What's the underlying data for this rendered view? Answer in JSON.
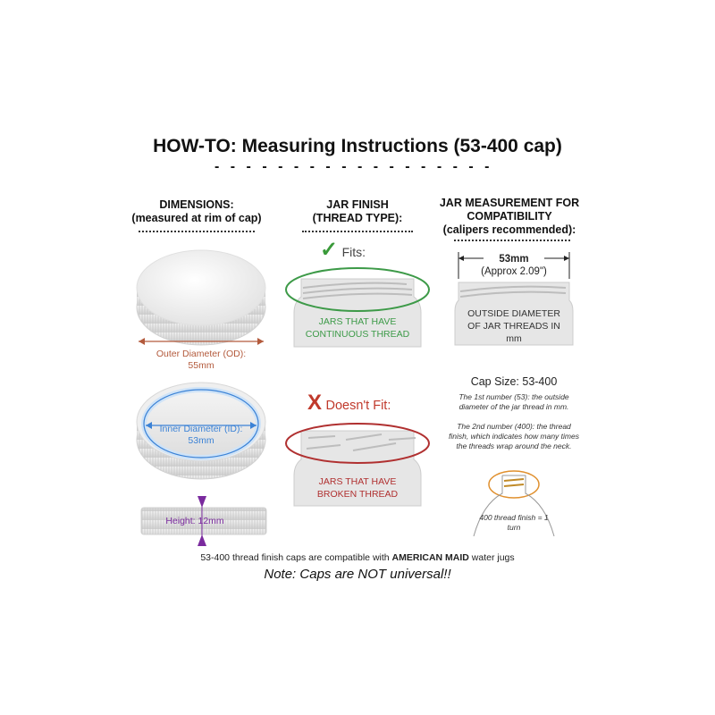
{
  "title": "HOW-TO: Measuring Instructions (53-400 cap)",
  "title_dashes": "- - - - - - - - - - - - - - - - - - - - - - - - - - -",
  "columns": {
    "dimensions": {
      "heading": "DIMENSIONS:",
      "sub": "(measured at rim of cap)"
    },
    "jar_finish": {
      "heading": "JAR FINISH",
      "sub": "(THREAD TYPE):"
    },
    "jar_measurement": {
      "heading": "JAR MEASUREMENT FOR COMPATIBILITY",
      "sub": "(calipers recommended):"
    }
  },
  "outer_diameter": {
    "line1": "Outer Diameter (OD):",
    "line2": "55mm"
  },
  "inner_diameter": {
    "line1": "Inner Diameter (ID):",
    "line2": "53mm"
  },
  "height": {
    "label": "Height: 12mm"
  },
  "fits": {
    "label": "Fits:",
    "jar_text": "JARS THAT HAVE CONTINUOUS THREAD"
  },
  "doesnt_fit": {
    "label": "Doesn't Fit:",
    "jar_text": "JARS THAT HAVE BROKEN THREAD"
  },
  "measurement": {
    "value": "53mm",
    "approx": "(Approx 2.09\")",
    "jar_text": "OUTSIDE DIAMETER OF JAR THREADS IN mm"
  },
  "cap_size": {
    "title": "Cap Size: 53-400",
    "note1": "The 1st number (53): the outside diameter of the jar thread in mm.",
    "note2": "The 2nd number (400): the thread finish, which indicates how many times the threads wrap around the neck.",
    "finish": "400 thread finish = 1 turn"
  },
  "footer": {
    "compat_pre": "53-400 thread finish caps are compatible with ",
    "compat_brand": "AMERICAN MAID",
    "compat_post": " water jugs",
    "warning": "Note: Caps are NOT universal!!"
  },
  "colors": {
    "outer_accent": "#b35a3c",
    "inner_accent": "#3b82d6",
    "height_accent": "#7a2a9e",
    "fit_green": "#3d9a48",
    "nofit_red": "#b03030"
  }
}
